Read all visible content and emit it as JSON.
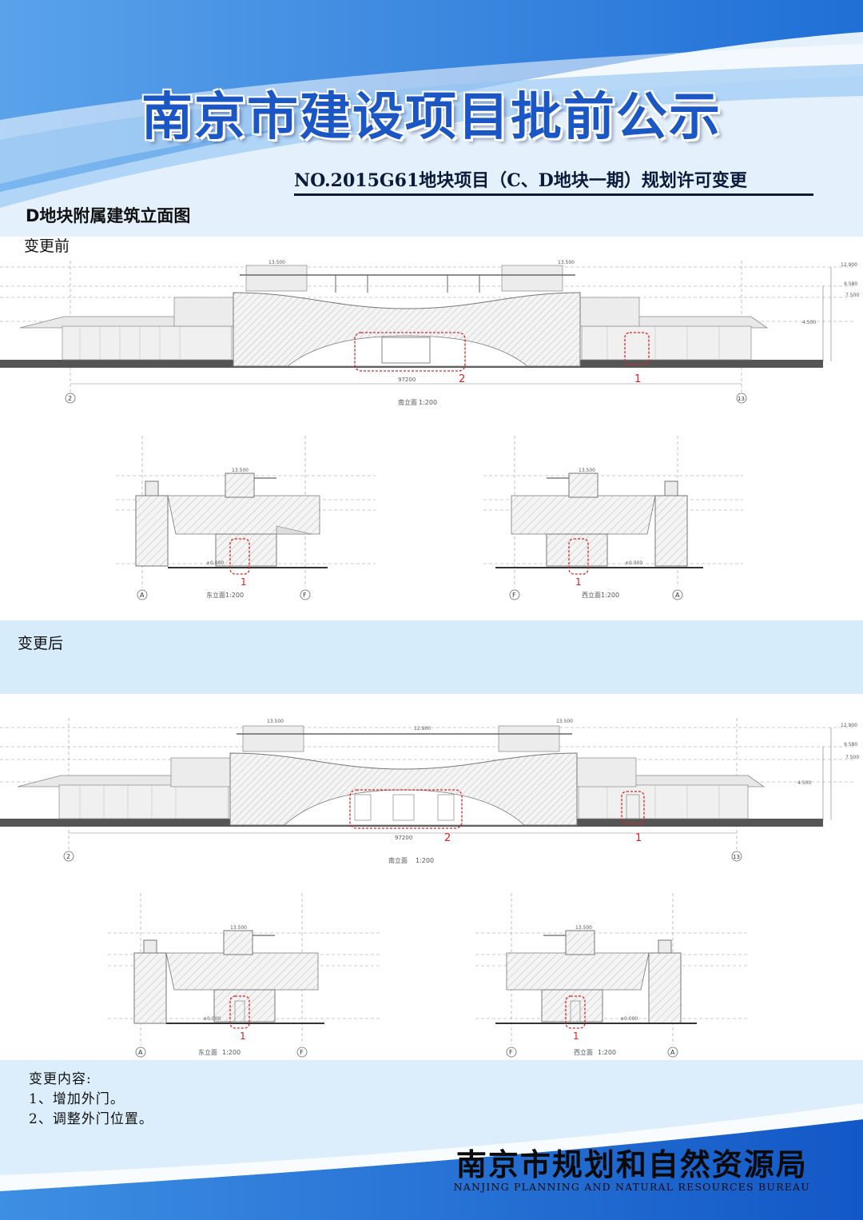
{
  "header": {
    "title": "南京市建设项目批前公示",
    "subtitle": "NO.2015G61地块项目（C、D地块一期）规划许可变更"
  },
  "section": {
    "heading": "D地块附属建筑立面图",
    "before_label": "变更前",
    "after_label": "变更后"
  },
  "drawings": {
    "before": {
      "south": {
        "view": "南立面",
        "scale": "1:200",
        "length": "97200",
        "axis_left": "2",
        "axis_right": "13",
        "markers": [
          "2",
          "1"
        ],
        "roof_left": "13.500",
        "roof_right": "13.500",
        "elevations": [
          "12.900",
          "9.580",
          "7.500",
          "4.500"
        ]
      },
      "east": {
        "view": "东立面",
        "scale": "1:200",
        "axis_left": "A",
        "axis_right": "F",
        "marker": "1",
        "top": "13.500",
        "zero": "±0.000"
      },
      "west": {
        "view": "西立面",
        "scale": "1:200",
        "axis_left": "F",
        "axis_right": "A",
        "marker": "1",
        "top": "13.500",
        "zero": "±0.000"
      }
    },
    "after": {
      "south": {
        "view": "南立面",
        "scale": "1:200",
        "length": "97200",
        "axis_left": "2",
        "axis_right": "13",
        "markers": [
          "2",
          "1"
        ],
        "roof_left": "13.500",
        "roof_right": "13.500",
        "center": "12.900",
        "elevations": [
          "12.900",
          "9.580",
          "7.500",
          "4.500"
        ]
      },
      "east": {
        "view": "东立面",
        "scale": "1:200",
        "axis_left": "A",
        "axis_right": "F",
        "marker": "1",
        "top": "13.500",
        "zero": "±0.000"
      },
      "west": {
        "view": "西立面",
        "scale": "1:200",
        "axis_left": "F",
        "axis_right": "A",
        "marker": "1",
        "top": "13.500",
        "zero": "±0.000"
      }
    }
  },
  "changes": {
    "heading": "变更内容:",
    "items": [
      "1、增加外门。",
      "2、调整外门位置。"
    ]
  },
  "footer": {
    "bureau_cn": "南京市规划和自然资源局",
    "bureau_en": "NANJING PLANNING AND NATURAL RESOURCES BUREAU"
  },
  "colors": {
    "brand_blue": "#1a56c4",
    "light_blue": "#d6ecfb",
    "revision_red": "#e02020"
  }
}
